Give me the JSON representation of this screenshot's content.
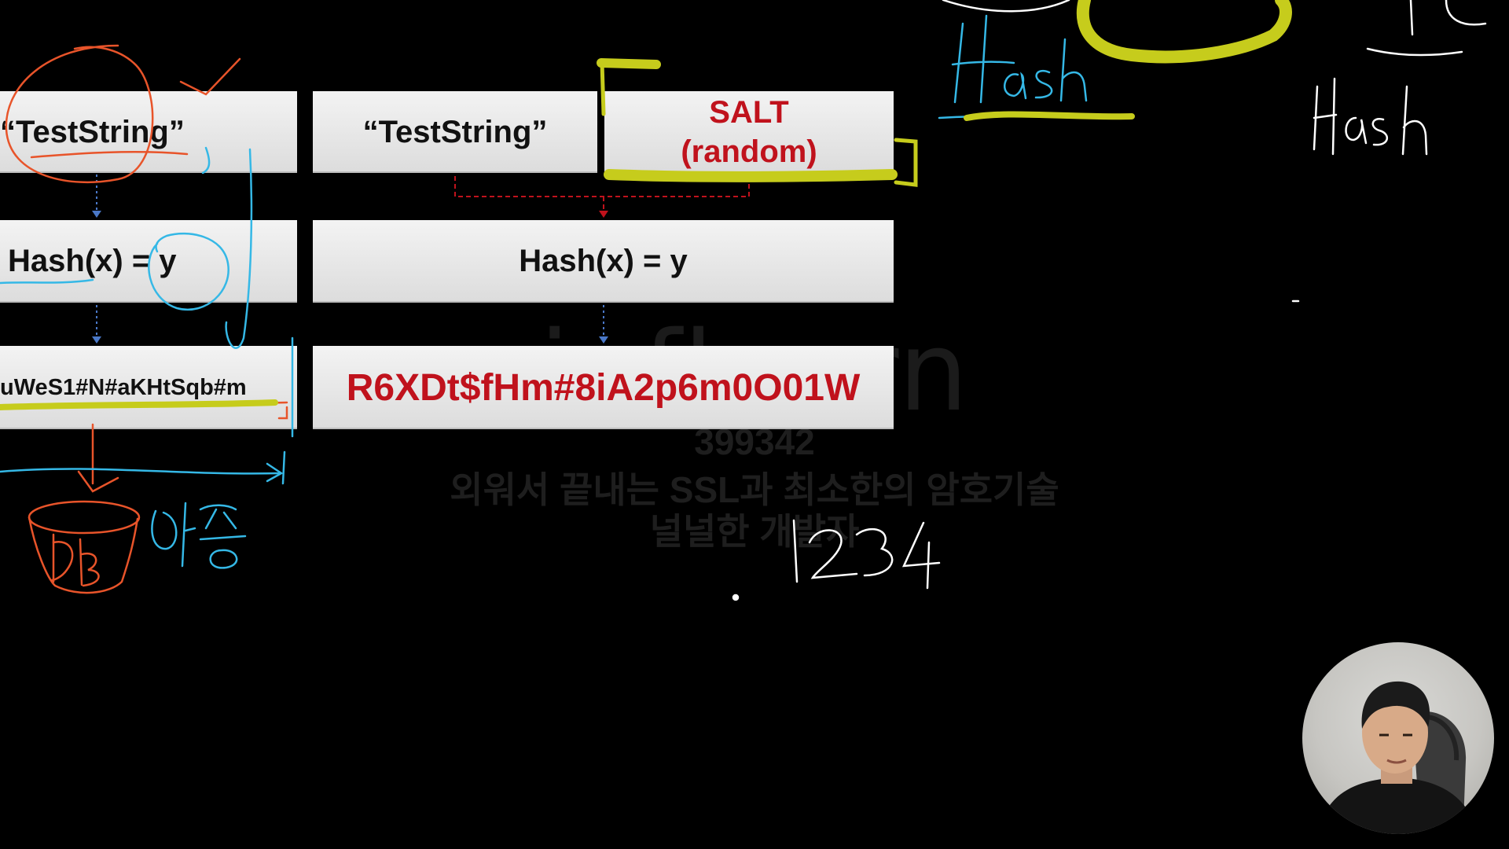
{
  "slide": {
    "left_column": {
      "input_label": "“TestString”",
      "hash_label": "Hash(x) = y",
      "output_label": "uWeS1#N#aKHtSqb#m"
    },
    "right_column": {
      "input_label": "“TestString”",
      "salt_label": "SALT",
      "salt_note": "(random)",
      "hash_label": "Hash(x) = y",
      "output_label": "R6XDt$fHm#8iA2p6m0O01W"
    }
  },
  "watermark": {
    "logo": "inflearn",
    "id": "399342",
    "course_title": "외워서 끝내는 SSL과 최소한의 암호기술",
    "author": "널널한 개발자"
  },
  "handwriting": {
    "db_label": "DB",
    "auth_label": "인증",
    "hash_label_top": "Hash",
    "hash_label_right": "Hash",
    "number": "1234"
  },
  "colors": {
    "background": "#000000",
    "salt_red": "#c0121c",
    "ink_blue": "#35b8e6",
    "ink_orange": "#e8542a",
    "ink_yellow": "#c6cc1c",
    "ink_white": "#ffffff"
  },
  "webcam": {
    "icon": "presenter-webcam"
  }
}
